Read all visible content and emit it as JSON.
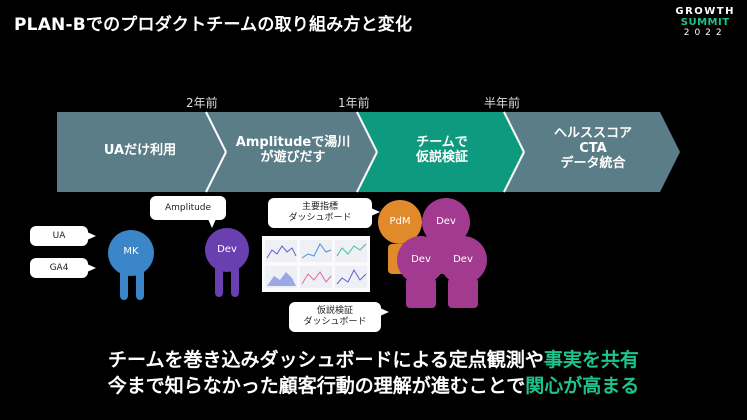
{
  "title": "PLAN-Bでのプロダクトチームの取り組み方と変化",
  "logo": {
    "line1": "GROWTH",
    "line2": "SUMMIT",
    "line3": "2022"
  },
  "timeline": [
    "2年前",
    "1年前",
    "半年前"
  ],
  "stages": [
    {
      "line1": "UAだけ利用",
      "line2": "",
      "line3": "",
      "color": "#5b7d87"
    },
    {
      "line1": "Amplitudeで湯川",
      "line2": "が遊びだす",
      "line3": "",
      "color": "#5b7d87"
    },
    {
      "line1": "チームで",
      "line2": "仮説検証",
      "line3": "",
      "color": "#0e9a7e"
    },
    {
      "line1": "ヘルススコア",
      "line2": "CTA",
      "line3": "データ統合",
      "color": "#5b7d87"
    }
  ],
  "bubbles": {
    "ua": "UA",
    "ga4": "GA4",
    "amplitude": "Amplitude",
    "kpi_line1": "主要指標",
    "kpi_line2": "ダッシュボード",
    "hypo_line1": "仮説検証",
    "hypo_line2": "ダッシュボード"
  },
  "figures": {
    "mk": "MK",
    "dev": "Dev",
    "pdm": "PdM"
  },
  "colors": {
    "blue": "#3a86c8",
    "purple": "#6a3fb0",
    "orange": "#e08a2c",
    "magenta": "#a23a8f",
    "accent": "#1ec28b"
  },
  "bottom": {
    "line1_pre": "チームを巻き込みダッシュボードによる定点観測や",
    "line1_hl": "事実を共有",
    "line2_pre": "今まで知らなかった顧客行動の理解が進むことで",
    "line2_hl": "関心が高まる"
  }
}
